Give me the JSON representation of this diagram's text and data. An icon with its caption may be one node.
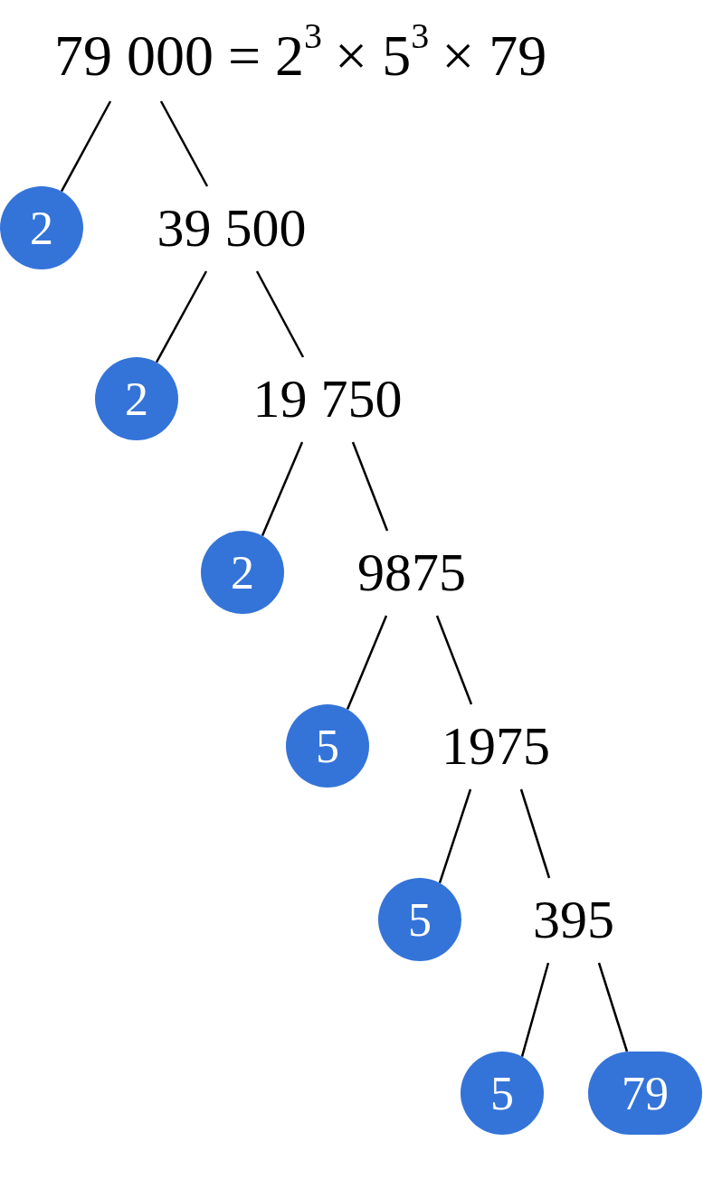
{
  "diagram": {
    "nodes": [
      {
        "text": [
          "79 000 = 2$^{3}$ × 5$^{3}$ × 79"
        ]
      },
      {
        "text": [
          "2"
        ]
      },
      {
        "text": [
          "39 500"
        ]
      },
      {
        "text": [
          "2"
        ]
      },
      {
        "text": [
          "19 750"
        ]
      },
      {
        "text": [
          "2"
        ]
      },
      {
        "text": [
          "9875"
        ]
      },
      {
        "text": [
          "5"
        ]
      },
      {
        "text": [
          "1975"
        ]
      },
      {
        "text": [
          "5"
        ]
      },
      {
        "text": [
          "395"
        ]
      },
      {
        "text": [
          "5"
        ]
      },
      {
        "text": [
          "79"
        ]
      }
    ],
    "edges": [
      {
        "from": 0,
        "to": 1,
        "arrow": "none"
      },
      {
        "from": 0,
        "to": 2,
        "arrow": "none"
      },
      {
        "from": 2,
        "to": 3,
        "arrow": "none"
      },
      {
        "from": 2,
        "to": 4,
        "arrow": "none"
      },
      {
        "from": 4,
        "to": 5,
        "arrow": "none"
      },
      {
        "from": 4,
        "to": 6,
        "arrow": "none"
      },
      {
        "from": 6,
        "to": 7,
        "arrow": "none"
      },
      {
        "from": 6,
        "to": 8,
        "arrow": "none"
      },
      {
        "from": 8,
        "to": 9,
        "arrow": "none"
      },
      {
        "from": 8,
        "to": 10,
        "arrow": "none"
      },
      {
        "from": 10,
        "to": 11,
        "arrow": "none"
      },
      {
        "from": 10,
        "to": 12,
        "arrow": "none"
      }
    ]
  }
}
